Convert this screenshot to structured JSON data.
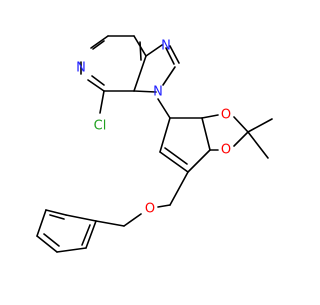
{
  "molecule": {
    "atom_labels": {
      "n_imidazole_top": "N",
      "n_imidazole_bottom": "N",
      "n_pyridine": "N",
      "chlorine": "Cl",
      "o_ring_top": "O",
      "o_ring_bottom": "O",
      "o_ether": "O"
    },
    "colors": {
      "bond": "#000000",
      "nitrogen": "#2020ff",
      "chlorine": "#20a020",
      "oxygen": "#ff0000"
    }
  }
}
